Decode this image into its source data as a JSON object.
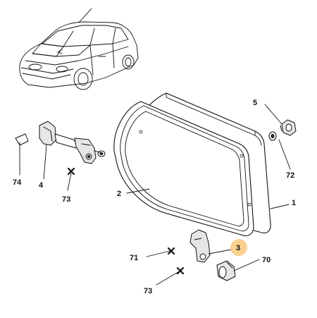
{
  "callouts": {
    "c1": "1",
    "c2": "2",
    "c3": "3",
    "c4": "4",
    "c5": "5",
    "c70": "70",
    "c71": "71",
    "c72": "72",
    "c73a": "73",
    "c73b": "73",
    "c74": "74"
  },
  "colors": {
    "ink": "#111111",
    "highlight": "#f5c26b",
    "background": "#ffffff"
  }
}
